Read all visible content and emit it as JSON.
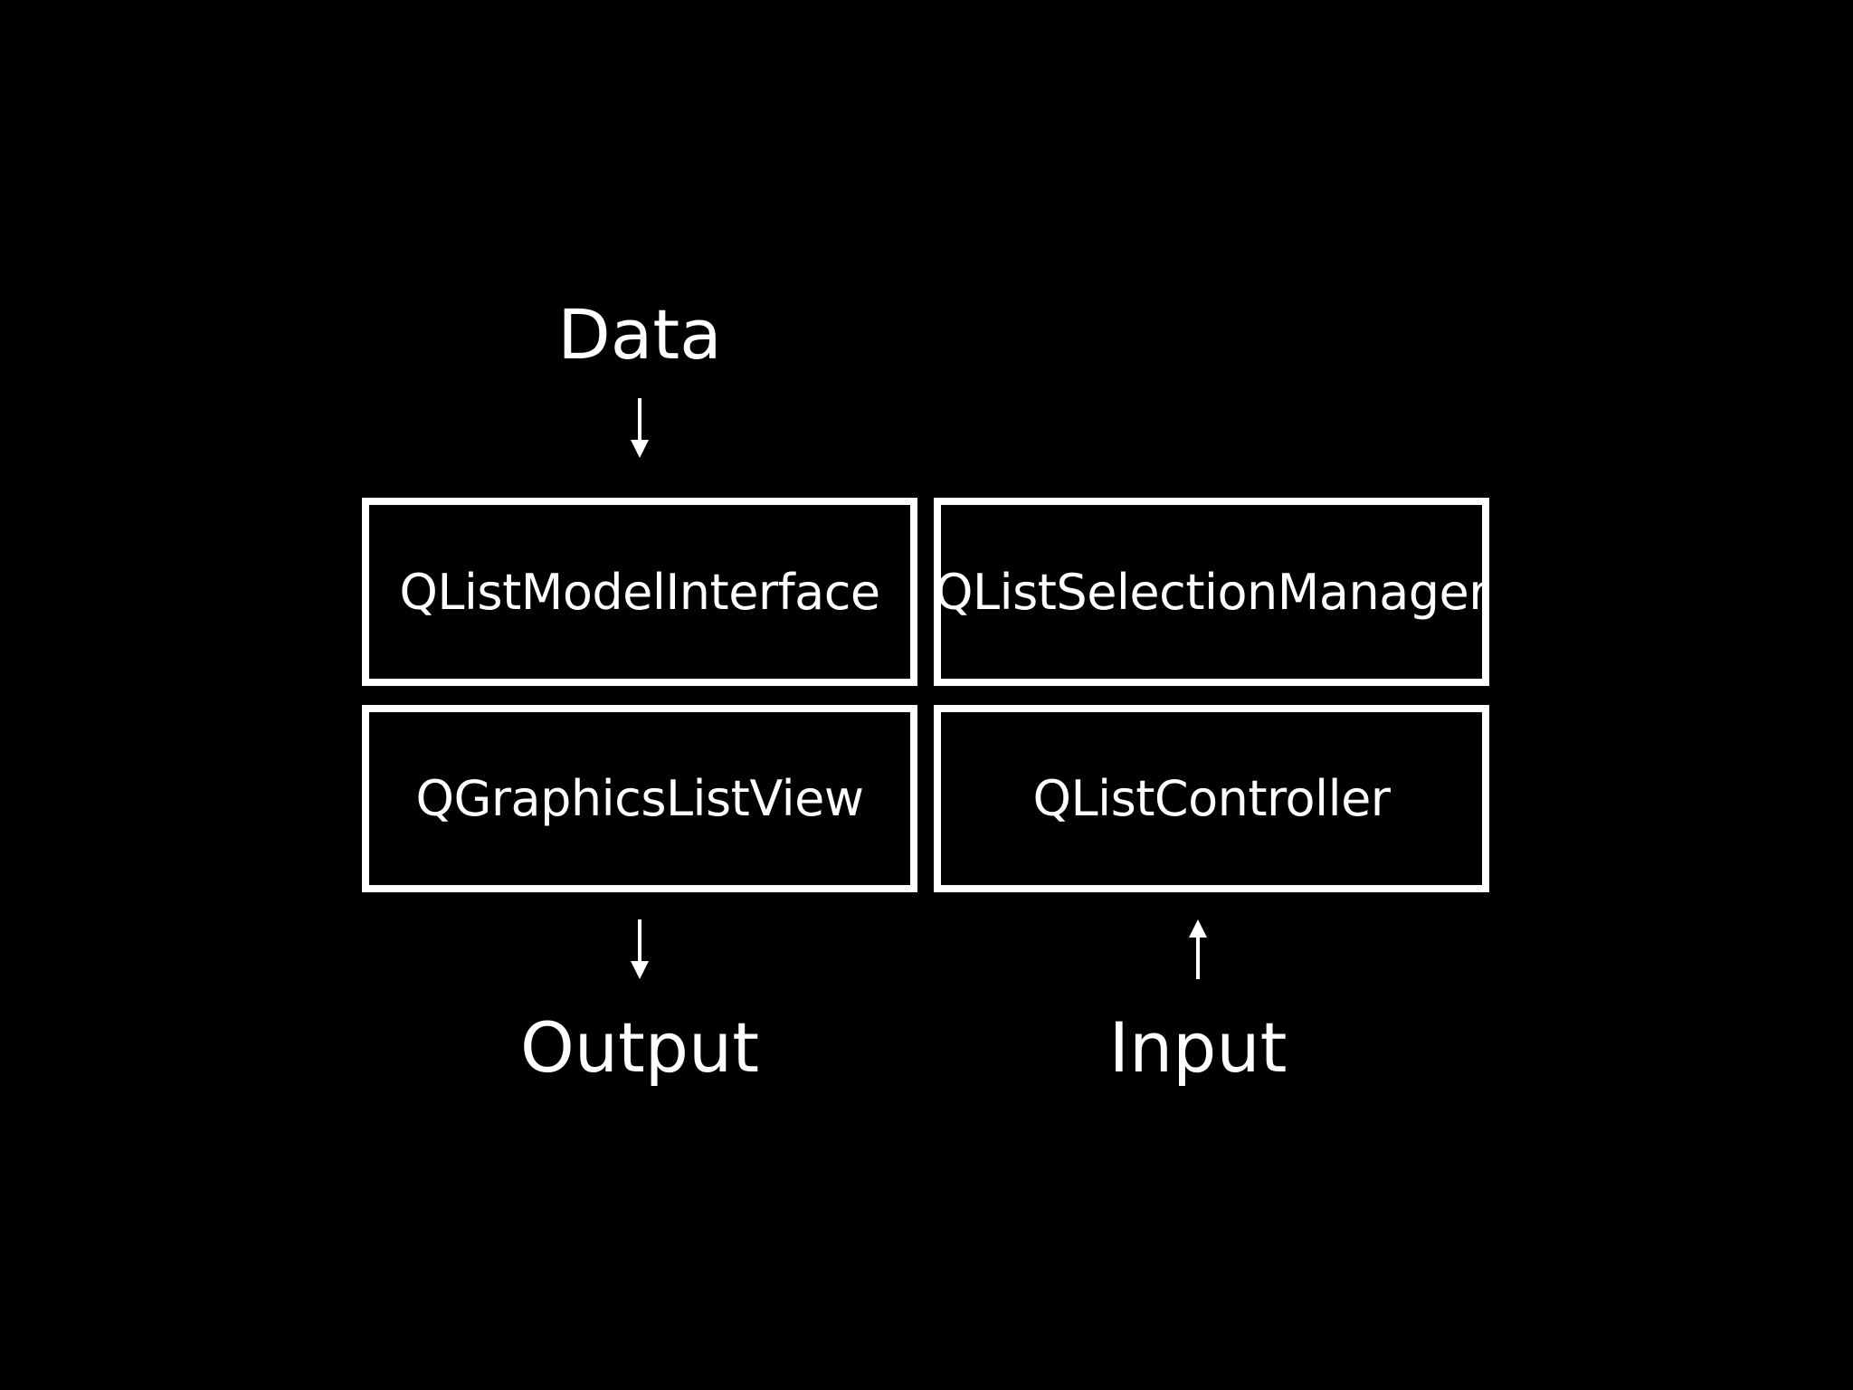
{
  "diagram": {
    "background_color": "#000000",
    "foreground_color": "#ffffff",
    "top_label": "Data",
    "boxes": {
      "model": "QListModelInterface",
      "selection": "QListSelectionManager",
      "view": "QGraphicsListView",
      "controller": "QListController"
    },
    "bottom_left_label": "Output",
    "bottom_right_label": "Input",
    "arrows": [
      {
        "from": "Data",
        "to": "QListModelInterface",
        "direction": "down"
      },
      {
        "from": "QGraphicsListView",
        "to": "Output",
        "direction": "down"
      },
      {
        "from": "Input",
        "to": "QListController",
        "direction": "up"
      }
    ]
  }
}
